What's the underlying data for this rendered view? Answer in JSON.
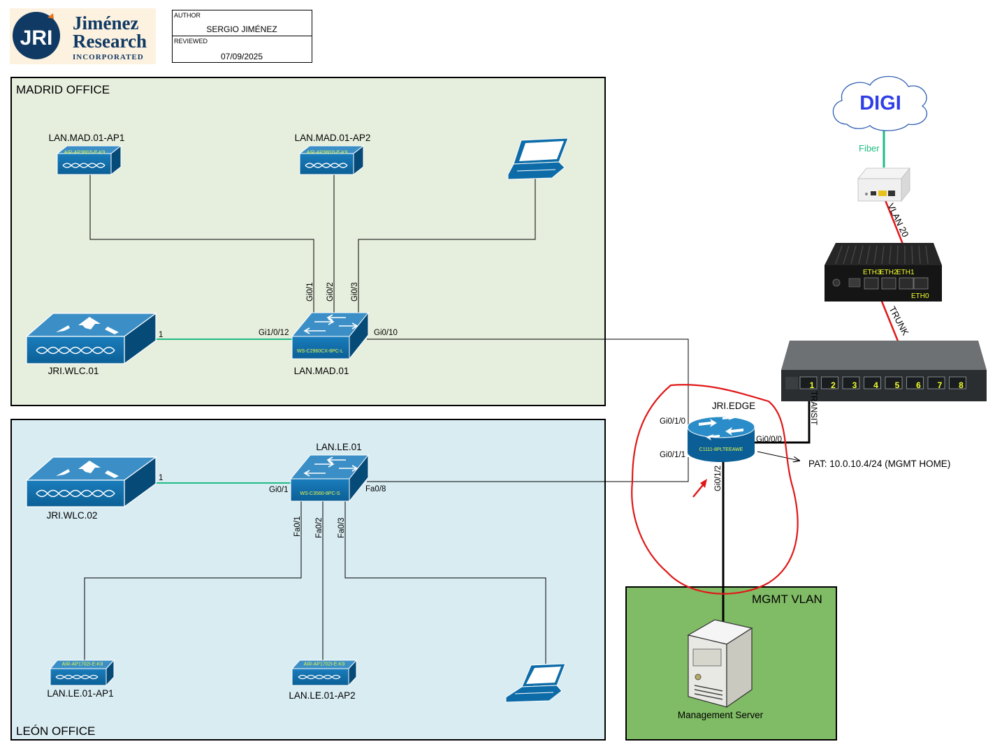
{
  "logo": {
    "badge": "JRI",
    "line1": "Jiménez",
    "line2": "Research",
    "line3": "INCORPORATED"
  },
  "titleblock": {
    "author_label": "AUTHOR",
    "author": "SERGIO JIMÉNEZ",
    "reviewed_label": "REVIEWED",
    "reviewed": "07/09/2025"
  },
  "zones": {
    "madrid": "MADRID OFFICE",
    "leon": "LEÓN OFFICE",
    "mgmt": "MGMT VLAN"
  },
  "devices": {
    "mad_ap1": {
      "name": "LAN.MAD.01-AP1",
      "model": "AIR-AP3802I-E-K9"
    },
    "mad_ap2": {
      "name": "LAN.MAD.01-AP2",
      "model": "AIR-AP3802I-E-K9"
    },
    "wlc1": {
      "name": "JRI.WLC.01"
    },
    "mad_sw": {
      "name": "LAN.MAD.01",
      "model": "WS-C2960CX-8PC-L"
    },
    "wlc2": {
      "name": "JRI.WLC.02"
    },
    "le_sw": {
      "name": "LAN.LE.01",
      "model": "WS-C3560-8PC-S"
    },
    "le_ap1": {
      "name": "LAN.LE.01-AP1",
      "model": "AIR-AP1702I-E-K9"
    },
    "le_ap2": {
      "name": "LAN.LE.01-AP2",
      "model": "AIR-AP1702I-E-K9"
    },
    "edge": {
      "name": "JRI.EDGE",
      "model": "C1111-8PLTEEAWE"
    },
    "server": {
      "name": "Management Server"
    },
    "isp": {
      "name": "DIGI"
    }
  },
  "ports": {
    "mad_gi01": "Gi0/1",
    "mad_gi02": "Gi0/2",
    "mad_gi03": "Gi0/3",
    "mad_gi1012": "Gi1/0/12",
    "mad_gi010": "Gi0/10",
    "wlc1_p": "1",
    "wlc2_p": "1",
    "le_gi01": "Gi0/1",
    "le_fa08": "Fa0/8",
    "le_fa01": "Fa0/1",
    "le_fa02": "Fa0/2",
    "le_fa03": "Fa0/3",
    "edge_gi010": "Gi0/1/0",
    "edge_gi011": "Gi0/1/1",
    "edge_gi000": "Gi0/0/0",
    "edge_gi012": "Gi0/1/2"
  },
  "links": {
    "fiber": "Fiber",
    "vlan20": "VLAN 20",
    "trunk": "TRUNK",
    "transit": "TRANSIT",
    "pat": "PAT: 10.0.10.4/24 (MGMT HOME)"
  },
  "firewall": {
    "ports": [
      "ETH3",
      "ETH2",
      "ETH1",
      "ETH0"
    ]
  },
  "switch8": {
    "ports": [
      "1",
      "2",
      "3",
      "4",
      "5",
      "6",
      "7",
      "8"
    ]
  },
  "colors": {
    "madrid_bg": "#e6eedd",
    "leon_bg": "#d8ecf2",
    "mgmt_bg": "#80bb65",
    "cisco_blue": "#0d6ca8",
    "link_green": "#1ebc83",
    "annotation_red": "#e01818",
    "digi_blue": "#2f3ee5"
  }
}
